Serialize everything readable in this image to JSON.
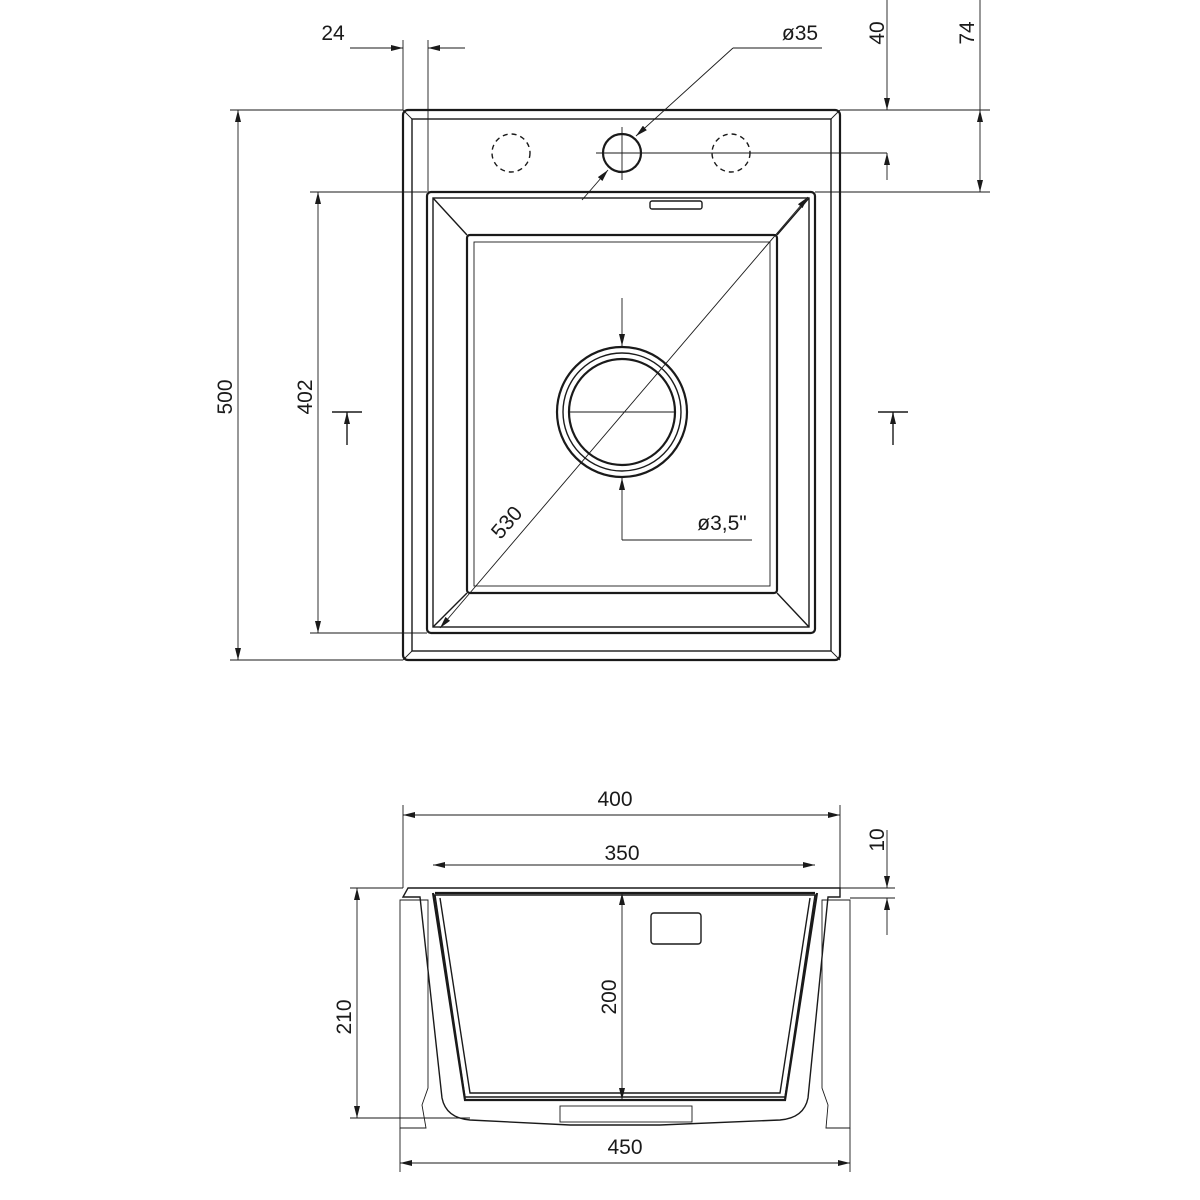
{
  "title": "Sink technical drawing",
  "colors": {
    "line": "#1a1a1a",
    "background": "#ffffff"
  },
  "top_view": {
    "dimensions": {
      "edge_offset": "24",
      "tap_hole_diameter": "ø35",
      "tap_hole_offset": "40",
      "rim_depth": "74",
      "overall_depth": "500",
      "bowl_depth": "402",
      "diagonal": "530",
      "drain_diameter": "ø3,5\""
    }
  },
  "section_view": {
    "dimensions": {
      "overall_width": "400",
      "bowl_width": "350",
      "rim_thickness": "10",
      "overall_height": "210",
      "bowl_height": "200",
      "cabinet_width": "450"
    }
  }
}
